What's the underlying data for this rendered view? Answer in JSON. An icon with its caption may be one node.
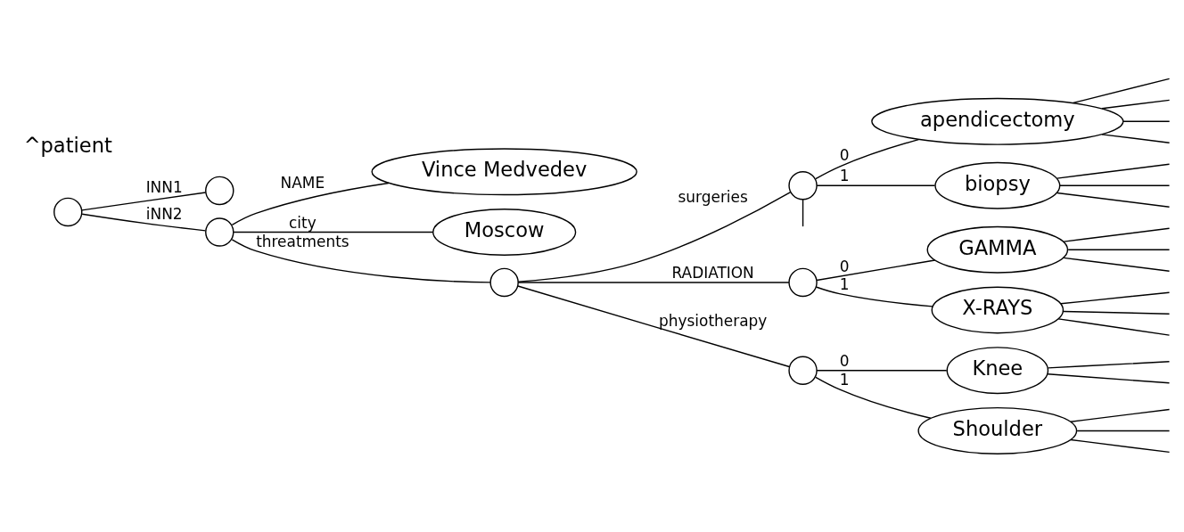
{
  "diagram": {
    "nodes": [
      {
        "text": [],
        "shape": "circle",
        "beside": [
          "^patient"
        ]
      },
      {
        "text": [],
        "shape": "circle"
      },
      {
        "text": [],
        "shape": "circle"
      },
      {
        "text": [
          "Vince Medvedev"
        ]
      },
      {
        "text": [
          "Moscow"
        ]
      },
      {
        "text": [],
        "shape": "circle"
      },
      {
        "text": [],
        "shape": "circle"
      },
      {
        "text": [
          "apendicectomy"
        ]
      },
      {
        "text": [
          "biopsy"
        ]
      },
      {
        "text": [],
        "shape": "circle"
      },
      {
        "text": [
          "GAMMA"
        ]
      },
      {
        "text": [
          "X-RAYS"
        ]
      },
      {
        "text": [],
        "shape": "circle"
      },
      {
        "text": [
          "Knee"
        ]
      },
      {
        "text": [
          "Shoulder"
        ]
      }
    ],
    "edges": [
      {
        "from": 0,
        "to": 1,
        "arrow": "none",
        "label": "INN1"
      },
      {
        "from": 0,
        "to": 2,
        "arrow": "none",
        "label": "iNN2"
      },
      {
        "from": 2,
        "to": 3,
        "arrow": "none",
        "label": "NAME"
      },
      {
        "from": 2,
        "to": 4,
        "arrow": "none",
        "label": "city"
      },
      {
        "from": 2,
        "to": 5,
        "arrow": "none",
        "label": "threatments"
      },
      {
        "from": 5,
        "to": 6,
        "arrow": "none",
        "label": "surgeries"
      },
      {
        "from": 6,
        "to": null,
        "arrow": "none"
      },
      {
        "from": 6,
        "to": 7,
        "arrow": "none",
        "label": "0"
      },
      {
        "from": 6,
        "to": 8,
        "arrow": "none",
        "label": "1"
      },
      {
        "from": 5,
        "to": 9,
        "arrow": "none",
        "label": "RADIATION"
      },
      {
        "from": 9,
        "to": 10,
        "arrow": "none",
        "label": "0"
      },
      {
        "from": 9,
        "to": 11,
        "arrow": "none",
        "label": "1"
      },
      {
        "from": 5,
        "to": 12,
        "arrow": "none",
        "label": "physiotherapy"
      },
      {
        "from": 12,
        "to": 13,
        "arrow": "none",
        "label": "0"
      },
      {
        "from": 12,
        "to": 14,
        "arrow": "none",
        "label": "1"
      },
      {
        "from": 7,
        "to": null,
        "arrow": "none"
      },
      {
        "from": 7,
        "to": null,
        "arrow": "none"
      },
      {
        "from": 7,
        "to": null,
        "arrow": "none"
      },
      {
        "from": 7,
        "to": null,
        "arrow": "none"
      },
      {
        "from": 8,
        "to": null,
        "arrow": "none"
      },
      {
        "from": 8,
        "to": null,
        "arrow": "none"
      },
      {
        "from": 8,
        "to": null,
        "arrow": "none"
      },
      {
        "from": 10,
        "to": null,
        "arrow": "none"
      },
      {
        "from": 10,
        "to": null,
        "arrow": "none"
      },
      {
        "from": 10,
        "to": null,
        "arrow": "none"
      },
      {
        "from": 11,
        "to": null,
        "arrow": "none"
      },
      {
        "from": 11,
        "to": null,
        "arrow": "none"
      },
      {
        "from": 11,
        "to": null,
        "arrow": "none"
      },
      {
        "from": 13,
        "to": null,
        "arrow": "none"
      },
      {
        "from": 13,
        "to": null,
        "arrow": "none"
      },
      {
        "from": 14,
        "to": null,
        "arrow": "none"
      },
      {
        "from": 14,
        "to": null,
        "arrow": "none"
      },
      {
        "from": 14,
        "to": null,
        "arrow": "none"
      }
    ]
  }
}
